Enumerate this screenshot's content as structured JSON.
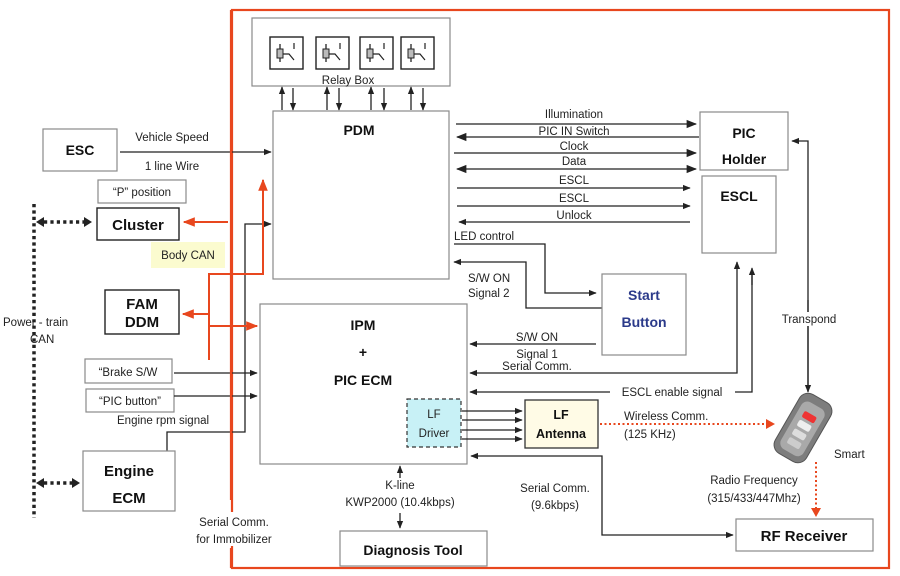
{
  "diagram": {
    "title_implied": "Smart Key System Block Diagram",
    "colors": {
      "boundary": "#e8471e",
      "can_bus": "#e8471e",
      "lf_driver_fill": "#c8f1f6",
      "lf_antenna_fill": "#fffbe6",
      "body_can_label_bg": "#fbfbcf",
      "start_button_text": "#2b3a8a"
    },
    "blocks": {
      "relay_box": "Relay Box",
      "pdm": "PDM",
      "pic_holder_line1": "PIC",
      "pic_holder_line2": "Holder",
      "escl": "ESCL",
      "esc": "ESC",
      "cluster": "Cluster",
      "p_position": "“P” position",
      "fam_line1": "FAM",
      "fam_line2": "DDM",
      "brake_sw": "“Brake S/W",
      "pic_button": "“PIC button”",
      "ipm_line1": "IPM",
      "ipm_line2": "+",
      "ipm_line3": "PIC ECM",
      "lf_driver_line1": "LF",
      "lf_driver_line2": "Driver",
      "lf_antenna_line1": "LF",
      "lf_antenna_line2": "Antenna",
      "start_line1": "Start",
      "start_line2": "Button",
      "engine_line1": "Engine",
      "engine_line2": "ECM",
      "diagnosis": "Diagnosis Tool",
      "rf_receiver": "RF Receiver",
      "smart_key": "Smart"
    },
    "signals": {
      "illumination": "Illumination",
      "pic_in_switch": "PIC IN Switch",
      "clock": "Clock",
      "data": "Data",
      "escl1": "ESCL",
      "escl2": "ESCL",
      "unlock": "Unlock",
      "led_control": "LED control",
      "sw_on_2_line1": "S/W ON",
      "sw_on_2_line2": "Signal 2",
      "sw_on_1_line1": "S/W ON",
      "sw_on_1_line2": "Signal 1",
      "serial_comm": "Serial Comm.",
      "escl_enable": "ESCL enable signal",
      "wireless_line1": "Wireless Comm.",
      "wireless_line2": "(125 KHz)",
      "transpond": "Transpond",
      "rf_line1": "Radio Frequency",
      "rf_line2": "(315/433/447Mhz)",
      "serial_96_line1": "Serial Comm.",
      "serial_96_line2": "(9.6kbps)",
      "kline_line1": "K-line",
      "kline_line2": "KWP2000 (10.4kbps)",
      "immob_line1": "Serial Comm.",
      "immob_line2": "for Immobilizer",
      "vehicle_speed": "Vehicle Speed",
      "one_line_wire": "1 line Wire",
      "body_can": "Body CAN",
      "engine_rpm": "Engine rpm signal",
      "powertrain_line1": "Power - train",
      "powertrain_line2": "CAN"
    }
  }
}
